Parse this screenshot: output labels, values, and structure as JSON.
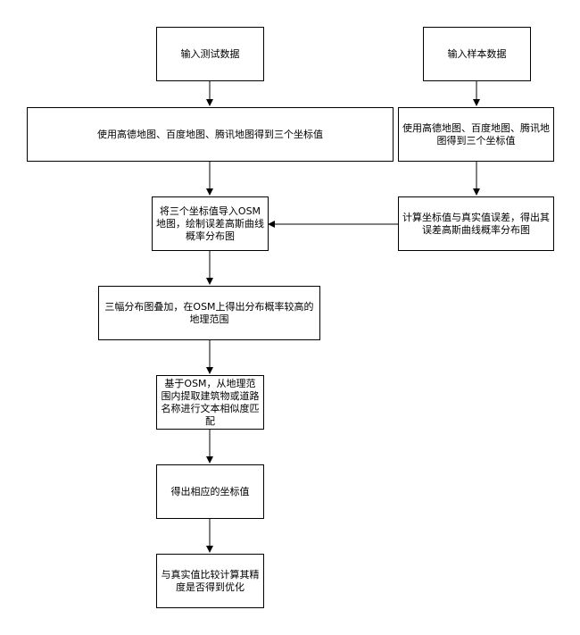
{
  "nodes": {
    "input_test": "输入测试数据",
    "input_sample": "输入样本数据",
    "coords_test": "使用高德地图、百度地图、腾讯地图得到三个坐标值",
    "coords_sample": "使用高德地图、百度地图、腾讯地图得到三个坐标值",
    "import_osm": "将三个坐标值导入OSM地图，绘制误差高斯曲线概率分布图",
    "calc_error": "计算坐标值与真实值误差，得出其误差高斯曲线概率分布图",
    "overlay": "三幅分布图叠加，在OSM上得出分布概率较高的地理范围",
    "match": "基于OSM，从地理范围内提取建筑物或道路名称进行文本相似度匹配",
    "result": "得出相应的坐标值",
    "compare": "与真实值比较计算其精度是否得到优化"
  },
  "colors": {
    "stroke": "#000000",
    "fill": "#ffffff",
    "text": "#000000"
  }
}
